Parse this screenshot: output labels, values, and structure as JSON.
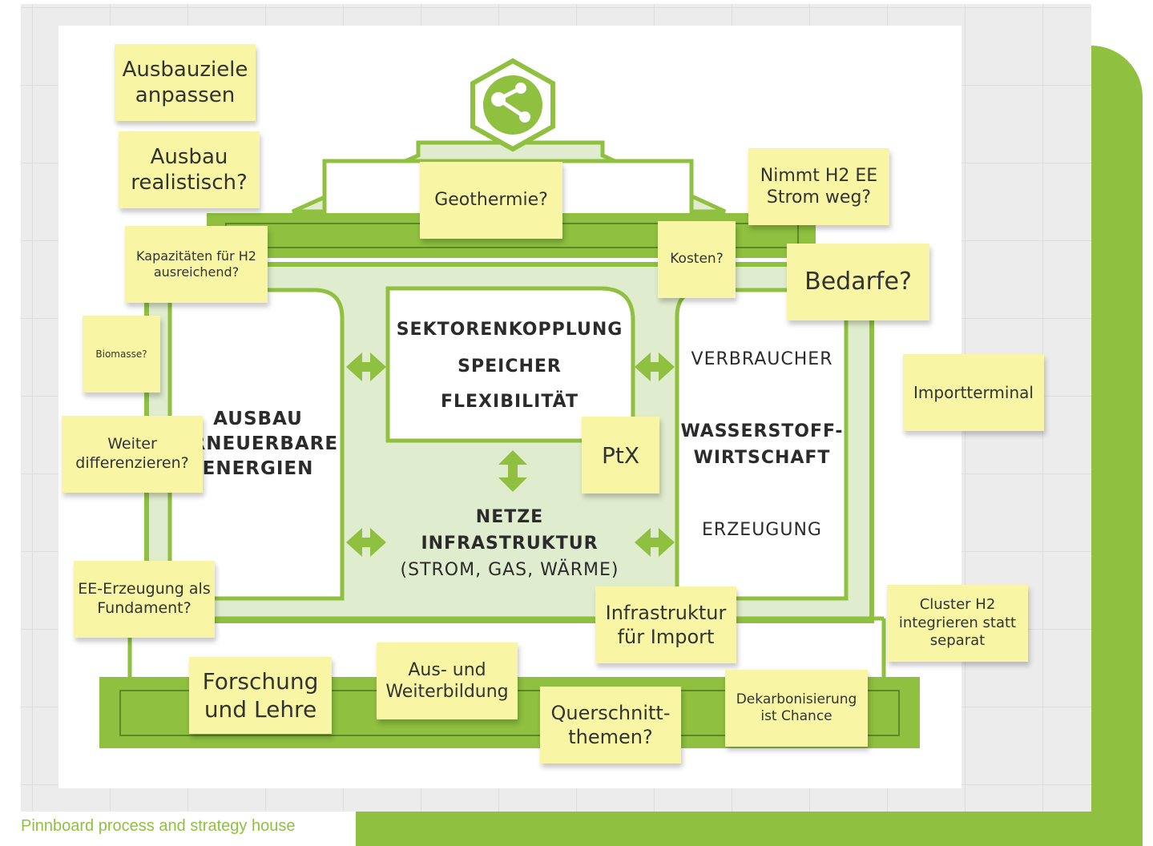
{
  "caption": "Pinnboard process and strategy house",
  "colors": {
    "accent_green": "#8fc03f",
    "light_green": "#dfeccd",
    "sticky_yellow": "#f8f5a4",
    "board_grey": "#ececec"
  },
  "house": {
    "icon": "molecule-icon",
    "left_pillar": [
      "AUSBAU",
      "ERNEUERBARE",
      "ENERGIEN"
    ],
    "center_top": [
      "SEKTORENKOPPLUNG",
      "SPEICHER",
      "FLEXIBILITÄT"
    ],
    "center_bottom": [
      "NETZE",
      "INFRASTRUKTUR",
      "(STROM, GAS, WÄRME)"
    ],
    "right_pillar": {
      "top": "VERBRAUCHER",
      "middle": [
        "WASSERSTOFF-",
        "WIRTSCHAFT"
      ],
      "bottom": "ERZEUGUNG"
    }
  },
  "notes": {
    "ausbauziele": "Ausbauziele anpassen",
    "ausbau_realistisch": "Ausbau realistisch?",
    "geothermie": "Geothermie?",
    "nimmt_h2": "Nimmt H2 EE Strom weg?",
    "kapazitaeten": "Kapazitäten für H2 ausreichend?",
    "kosten": "Kosten?",
    "bedarfe": "Bedarfe?",
    "biomasse": "Biomasse?",
    "importterminal": "Importterminal",
    "weiter_diff": "Weiter differenzieren?",
    "ptx": "PtX",
    "ee_erzeugung": "EE-Erzeugung als Fundament?",
    "infrastruktur_import": "Infrastruktur für Import",
    "cluster_h2": "Cluster H2 integrieren statt separat",
    "forschung": "Forschung und Lehre",
    "aus_weiterbildung": "Aus- und Weiterbildung",
    "querschnitt": "Querschnitt-themen?",
    "dekarbonisierung": "Dekarbonisierung ist Chance"
  }
}
